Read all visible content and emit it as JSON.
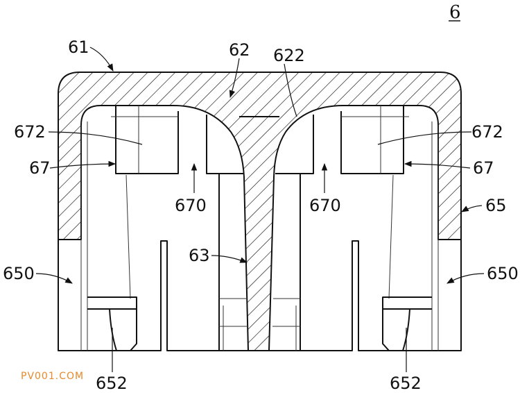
{
  "figure": {
    "number": "6",
    "labels": {
      "cap_top": "61",
      "center_column": "62",
      "column_edge": "622",
      "spike": "63",
      "side_wall": "65",
      "side_wall_left": "650",
      "side_wall_right": "650",
      "hook_left": "67",
      "hook_right": "67",
      "hook_body_left": "672",
      "hook_body_right": "672",
      "gap_left": "670",
      "gap_right": "670",
      "foot_left": "652",
      "foot_right": "652"
    }
  },
  "watermark": "PV001.COM",
  "colors": {
    "line": "#111111",
    "watermark": "#e8892a"
  }
}
